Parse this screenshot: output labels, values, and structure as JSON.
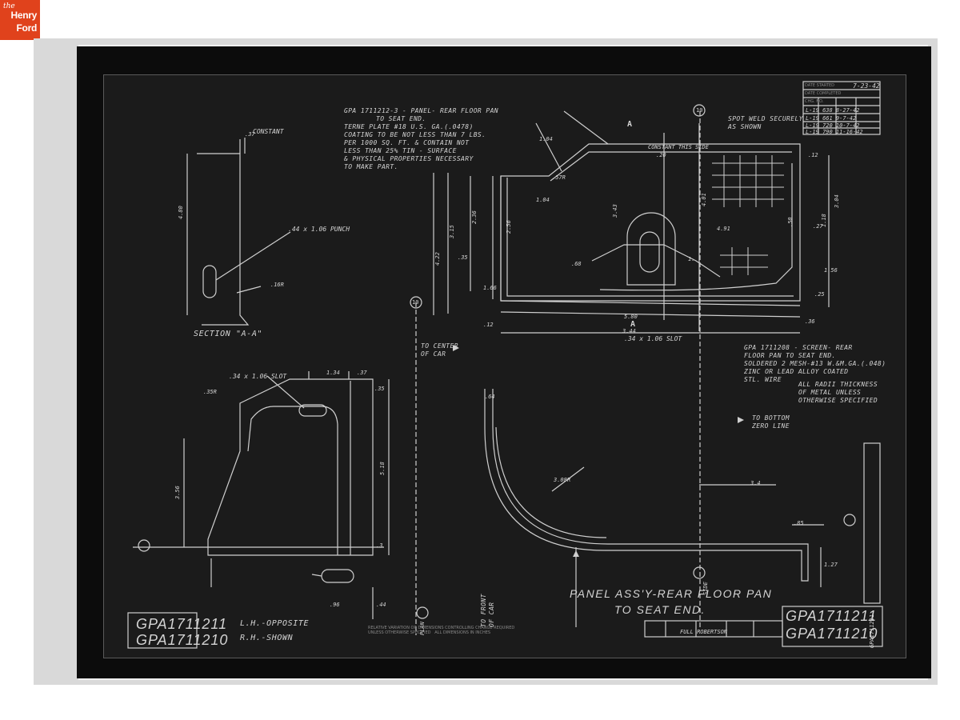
{
  "logo": {
    "small": "the",
    "line1": "Henry",
    "line2": "Ford"
  },
  "title_block": {
    "status_labels": [
      "DATE STARTED",
      "DATE COMPLETED",
      "CHG. NO."
    ],
    "date_started": "7-23-42",
    "revisions": [
      "L-19  638 8-27-42",
      "L-19  661 9-7-42",
      "L-19  720 10-7-42",
      "L-19  790 11-16-42"
    ],
    "part_numbers": [
      "GPA1711211",
      "GPA1711210"
    ],
    "hand_notes": [
      "L.H.-OPPOSITE",
      "R.H.-SHOWN"
    ],
    "title_line1": "PANEL ASS'Y-REAR FLOOR PAN",
    "title_line2": "TO SEAT END.",
    "signoff": "FULL ROBERTSON",
    "fine_print": "RELATIVE VARIATION OR DIMENSIONS CONTROLLING CHANGE REQUIRED\nUNLESS OTHERWISE SPECIFIED   ALL DIMENSIONS IN INCHES",
    "side_mark": "GPA1711211"
  },
  "notes": {
    "panel": [
      "GPA 1711212-3 - PANEL- REAR FLOOR PAN",
      "TO SEAT END.",
      "TERNE PLATE #18 U.S. GA.(.0478)",
      "COATING TO BE NOT LESS THAN 7 LBS.",
      "PER 1000 SQ. FT. & CONTAIN NOT",
      "LESS THAN 25% TIN - SURFACE",
      "& PHYSICAL PROPERTIES NECESSARY",
      "TO MAKE PART."
    ],
    "spot_weld": [
      "SPOT WELD SECURELY",
      "AS SHOWN"
    ],
    "screen": [
      "GPA 1711208 - SCREEN- REAR",
      "FLOOR PAN TO SEAT END.",
      "SOLDERED 2 MESH-#13 W.&M.GA.(.048)",
      "ZINC OR LEAD ALLOY COATED",
      "STL. WIRE"
    ],
    "radii": [
      "ALL RADII THICKNESS",
      "OF METAL UNLESS",
      "OTHERWISE SPECIFIED"
    ],
    "bottom_zero": [
      "TO BOTTOM",
      "ZERO LINE"
    ],
    "center_car": [
      "TO CENTER",
      "OF CAR"
    ],
    "front_car": [
      "TO FRONT",
      "OF CAR"
    ],
    "constant": "CONSTANT",
    "constant_side": "CONSTANT THIS SIDE",
    "punch": ".44 x 1.06 PUNCH",
    "slot_top": ".34 x 1.06 SLOT",
    "slot_bottom": ".34 x 1.06 SLOT",
    "section": "SECTION \"A-A\"",
    "section_letter": "A"
  },
  "dimensions": {
    "d037": ".37",
    "d480": "4.80",
    "d16r": ".16R",
    "d20": ".20",
    "d104": "1.04",
    "d57r": ".57R",
    "d401": "4.01",
    "d343": "3.43",
    "d236": "2.36",
    "d315": "3.15",
    "d256": "2.56",
    "d422": "4.22",
    "d35": ".35",
    "d166": "1.66",
    "d12": ".12",
    "d491": "4.91",
    "d304": "3.04",
    "d118": "1.18",
    "d27": ".27",
    "d50": ".50",
    "d156": "1.56",
    "d25": ".25",
    "d36": ".36",
    "d68": ".68",
    "d580": "5.80",
    "d344": "3.44",
    "d1": "1.",
    "d134": "1.34",
    "d35r": ".35R",
    "d356": "3.56",
    "d518": "5.18",
    "d3": ".3",
    "d96": ".96",
    "d44": ".44",
    "d64": ".64",
    "d308": "3.08R",
    "d34": "3.4",
    "d85": ".85",
    "d127": "1.27",
    "d10": "10",
    "plan": "PLAN",
    "side": "SIDE"
  }
}
